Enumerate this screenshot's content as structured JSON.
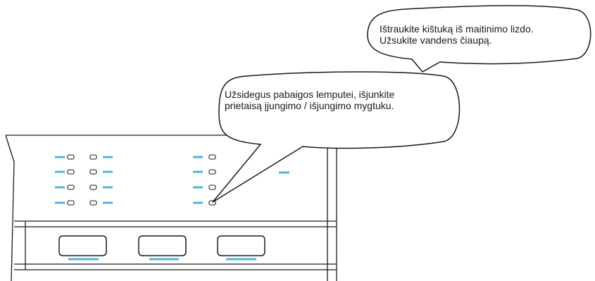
{
  "callout_top": {
    "line1": "Ištraukite kištuką iš maitinimo lizdo.",
    "line2": "Užsukite vandens čiaupą."
  },
  "callout_middle": {
    "line1": "Užsidegus pabaigos lemputei, išjunkite",
    "line2": "prietaisą įjungimo / išjungimo mygtuku."
  },
  "colors": {
    "outline": "#1a1a1a",
    "indicator_accent": "#4fb3e0",
    "background": "#ffffff"
  }
}
